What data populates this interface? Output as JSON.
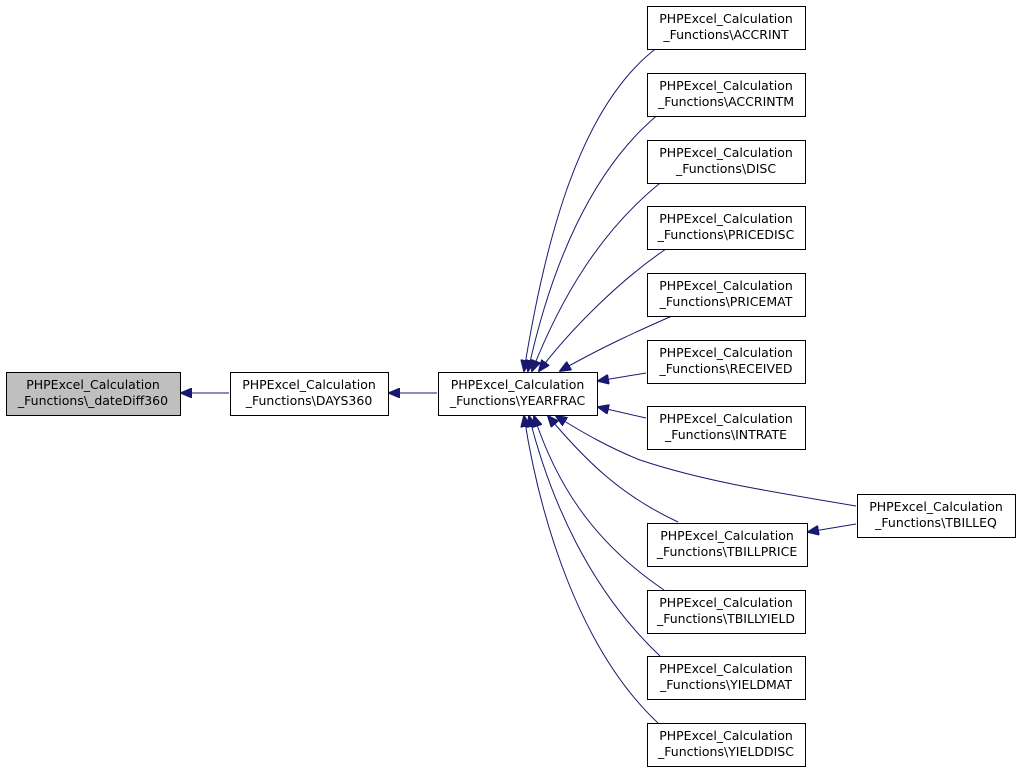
{
  "colors": {
    "edge": "#191970",
    "node_border": "#000000",
    "node_fill": "#ffffff",
    "root_fill": "#bfbfbf"
  },
  "nodes": [
    {
      "id": "datediff360",
      "line1": "PHPExcel_Calculation",
      "line2": "_Functions\\_dateDiff360",
      "highlighted": true
    },
    {
      "id": "days360",
      "line1": "PHPExcel_Calculation",
      "line2": "_Functions\\DAYS360"
    },
    {
      "id": "yearfrac",
      "line1": "PHPExcel_Calculation",
      "line2": "_Functions\\YEARFRAC"
    },
    {
      "id": "accrint",
      "line1": "PHPExcel_Calculation",
      "line2": "_Functions\\ACCRINT"
    },
    {
      "id": "accrintm",
      "line1": "PHPExcel_Calculation",
      "line2": "_Functions\\ACCRINTM"
    },
    {
      "id": "disc",
      "line1": "PHPExcel_Calculation",
      "line2": "_Functions\\DISC"
    },
    {
      "id": "pricedisc",
      "line1": "PHPExcel_Calculation",
      "line2": "_Functions\\PRICEDISC"
    },
    {
      "id": "pricemat",
      "line1": "PHPExcel_Calculation",
      "line2": "_Functions\\PRICEMAT"
    },
    {
      "id": "received",
      "line1": "PHPExcel_Calculation",
      "line2": "_Functions\\RECEIVED"
    },
    {
      "id": "intrate",
      "line1": "PHPExcel_Calculation",
      "line2": "_Functions\\INTRATE"
    },
    {
      "id": "tbillprice",
      "line1": "PHPExcel_Calculation",
      "line2": "_Functions\\TBILLPRICE"
    },
    {
      "id": "tbillyield",
      "line1": "PHPExcel_Calculation",
      "line2": "_Functions\\TBILLYIELD"
    },
    {
      "id": "yieldmat",
      "line1": "PHPExcel_Calculation",
      "line2": "_Functions\\YIELDMAT"
    },
    {
      "id": "yielddisc",
      "line1": "PHPExcel_Calculation",
      "line2": "_Functions\\YIELDDISC"
    },
    {
      "id": "tbilleq",
      "line1": "PHPExcel_Calculation",
      "line2": "_Functions\\TBILLEQ"
    }
  ],
  "edges": [
    {
      "from": "days360",
      "to": "datediff360"
    },
    {
      "from": "yearfrac",
      "to": "days360"
    },
    {
      "from": "accrint",
      "to": "yearfrac"
    },
    {
      "from": "accrintm",
      "to": "yearfrac"
    },
    {
      "from": "disc",
      "to": "yearfrac"
    },
    {
      "from": "pricedisc",
      "to": "yearfrac"
    },
    {
      "from": "pricemat",
      "to": "yearfrac"
    },
    {
      "from": "received",
      "to": "yearfrac"
    },
    {
      "from": "intrate",
      "to": "yearfrac"
    },
    {
      "from": "tbilleq",
      "to": "yearfrac"
    },
    {
      "from": "tbillprice",
      "to": "yearfrac"
    },
    {
      "from": "tbillyield",
      "to": "yearfrac"
    },
    {
      "from": "yieldmat",
      "to": "yearfrac"
    },
    {
      "from": "yielddisc",
      "to": "yearfrac"
    },
    {
      "from": "tbilleq",
      "to": "tbillprice"
    }
  ]
}
